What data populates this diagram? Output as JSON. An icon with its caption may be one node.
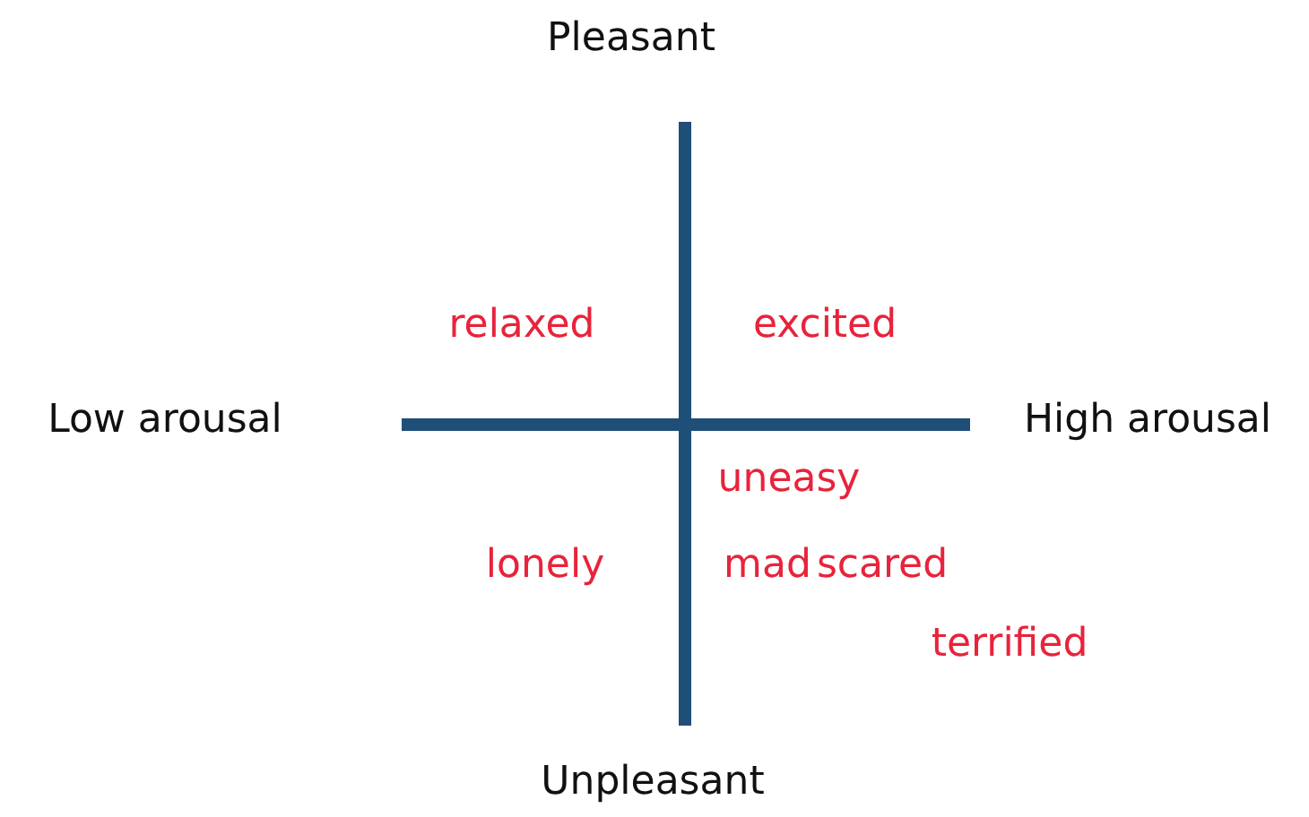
{
  "diagram": {
    "labels": [
      "Pleasant",
      "Low arousal",
      "High arousal",
      "Unpleasant",
      "relaxed",
      "excited",
      "uneasy",
      "lonely",
      "mad",
      "scared",
      "terrified"
    ]
  }
}
